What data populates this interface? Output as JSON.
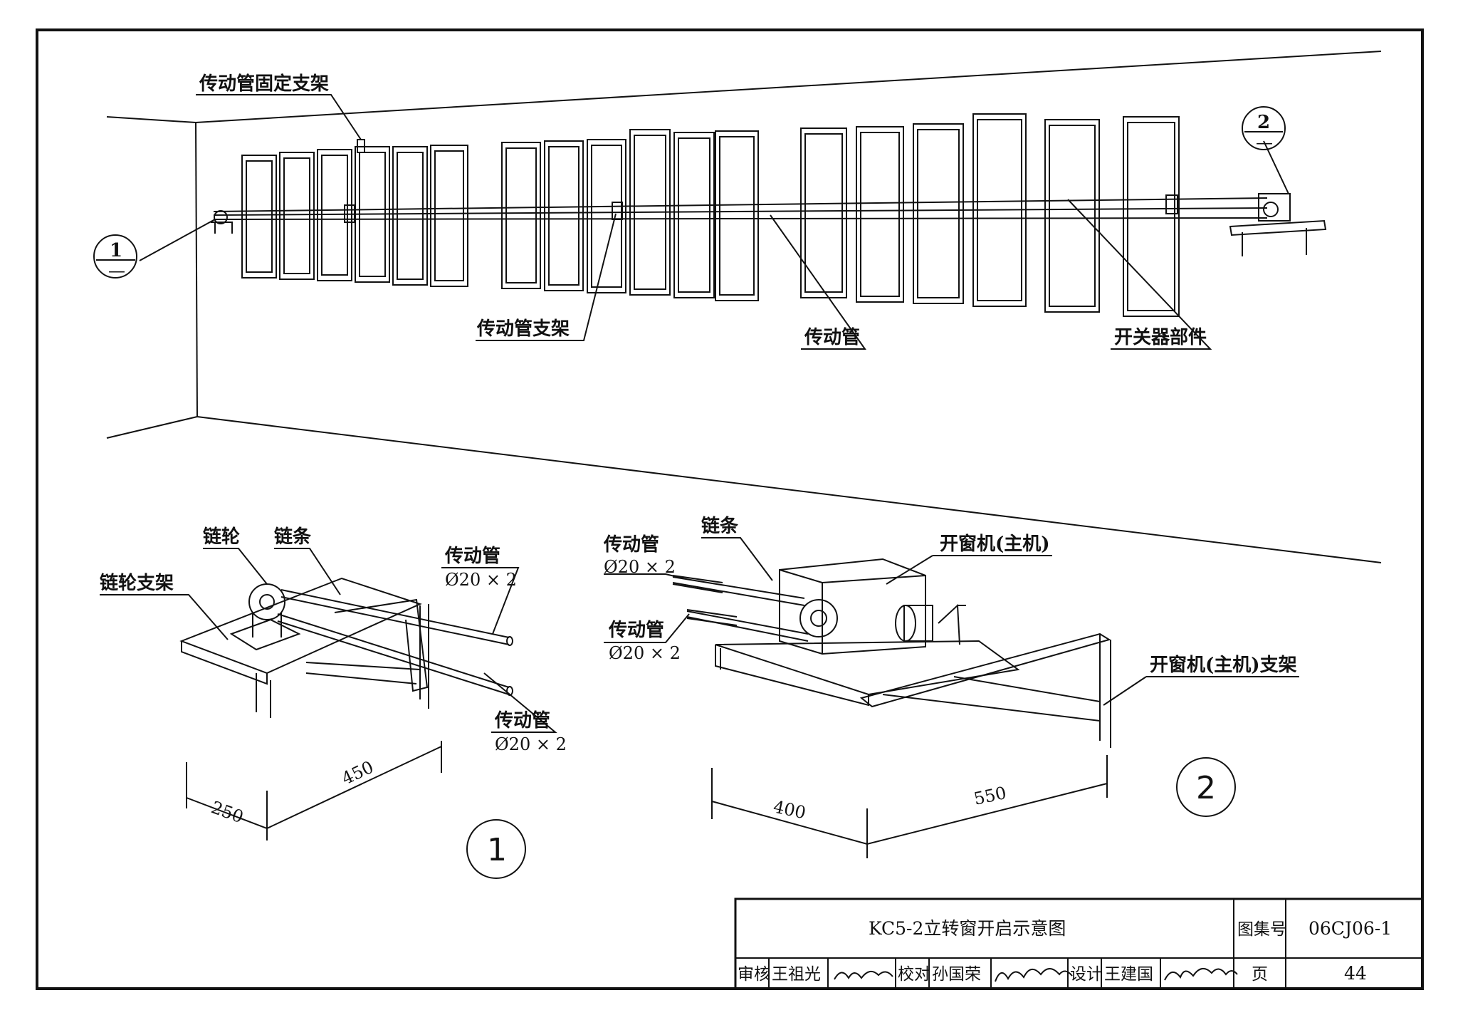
{
  "labels": {
    "fixed_bracket": "传动管固定支架",
    "tube_bracket": "传动管支架",
    "drive_tube": "传动管",
    "switch_part": "开关器部件",
    "callout_1": "1",
    "callout_2": "2"
  },
  "detail_1": {
    "number": "1",
    "sprocket": "链轮",
    "chain": "链条",
    "sprocket_bracket": "链轮支架",
    "tube_a": "传动管",
    "tube_a_size": "Ø20 × 2",
    "tube_b": "传动管",
    "tube_b_size": "Ø20 × 2",
    "dim_a": "250",
    "dim_b": "450"
  },
  "detail_2": {
    "number": "2",
    "chain": "链条",
    "tube_a": "传动管",
    "tube_a_size": "Ø20 × 2",
    "tube_b": "传动管",
    "tube_b_size": "Ø20 × 2",
    "motor": "开窗机(主机)",
    "motor_bracket": "开窗机(主机)支架",
    "dim_a": "400",
    "dim_b": "550"
  },
  "title_block": {
    "title": "KC5-2立转窗开启示意图",
    "atlas_label": "图集号",
    "atlas_no": "06CJ06-1",
    "review_label": "审核",
    "reviewer": "王祖光",
    "check_label": "校对",
    "checker": "孙国荣",
    "design_label": "设计",
    "designer": "王建国",
    "page_label": "页",
    "page_no": "44"
  }
}
